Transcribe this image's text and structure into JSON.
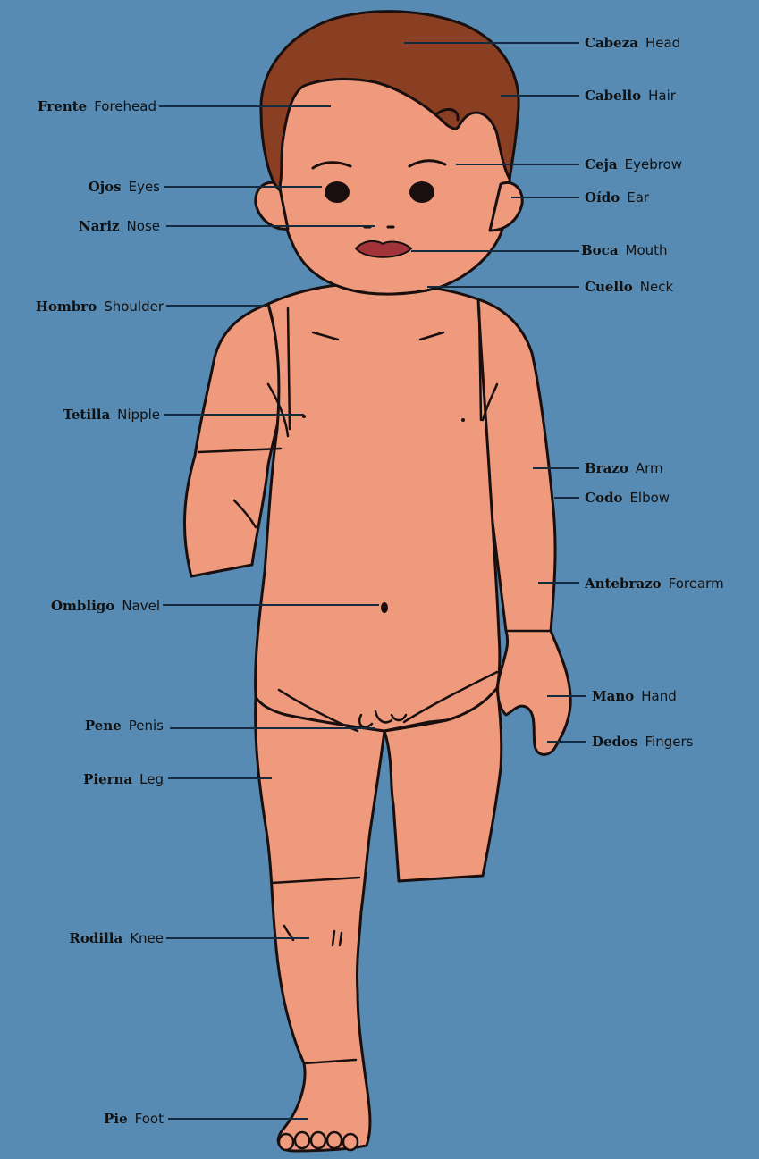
{
  "colors": {
    "background": "#578bb3",
    "skin": "#ef9a7c",
    "hair": "#8a3e22",
    "outline": "#1a0f0f",
    "leader_line": "#152b40",
    "lips": "#a3333a"
  },
  "labels": {
    "cabeza": {
      "es": "Cabeza",
      "en": "Head"
    },
    "cabello": {
      "es": "Cabello",
      "en": "Hair"
    },
    "frente": {
      "es": "Frente",
      "en": "Forehead"
    },
    "ceja": {
      "es": "Ceja",
      "en": "Eyebrow"
    },
    "ojos": {
      "es": "Ojos",
      "en": "Eyes"
    },
    "oido": {
      "es": "Oído",
      "en": "Ear"
    },
    "nariz": {
      "es": "Nariz",
      "en": "Nose"
    },
    "boca": {
      "es": "Boca",
      "en": "Mouth"
    },
    "cuello": {
      "es": "Cuello",
      "en": "Neck"
    },
    "hombro": {
      "es": "Hombro",
      "en": "Shoulder"
    },
    "tetilla": {
      "es": "Tetilla",
      "en": "Nipple"
    },
    "brazo": {
      "es": "Brazo",
      "en": "Arm"
    },
    "codo": {
      "es": "Codo",
      "en": "Elbow"
    },
    "antebrazo": {
      "es": "Antebrazo",
      "en": "Forearm"
    },
    "ombligo": {
      "es": "Ombligo",
      "en": "Navel"
    },
    "mano": {
      "es": "Mano",
      "en": "Hand"
    },
    "pene": {
      "es": "Pene",
      "en": "Penis"
    },
    "dedos": {
      "es": "Dedos",
      "en": "Fingers"
    },
    "pierna": {
      "es": "Pierna",
      "en": "Leg"
    },
    "rodilla": {
      "es": "Rodilla",
      "en": "Knee"
    },
    "pie": {
      "es": "Pie",
      "en": "Foot"
    }
  }
}
